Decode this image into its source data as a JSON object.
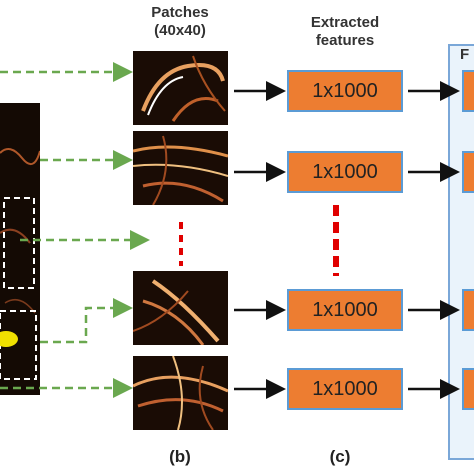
{
  "headers": {
    "patches_line1": "Patches",
    "patches_line2": "(40x40)",
    "features_line1": "Extracted",
    "features_line2": "features",
    "right_partial": "F"
  },
  "feature_boxes": [
    "1x1000",
    "1x1000",
    "1x1000",
    "1x1000"
  ],
  "captions": {
    "b": "(b)",
    "c": "(c)"
  },
  "colors": {
    "box_fill": "#ed7d31",
    "box_border": "#5b9bd5",
    "dashed_arrow": "#6aa84f",
    "ellipsis": "#e00000",
    "arrow": "#111111"
  }
}
